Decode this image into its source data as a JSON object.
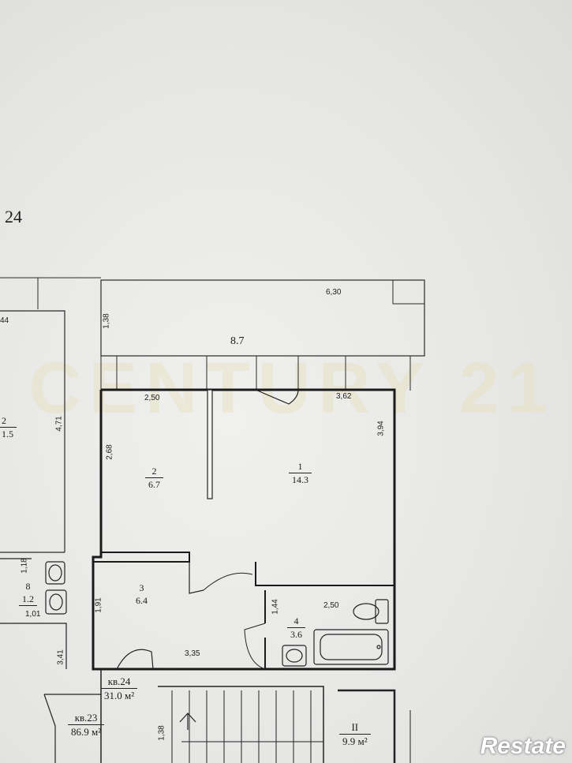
{
  "heading": {
    "apartment_number": "24"
  },
  "watermark": {
    "text": "CENTURY 21"
  },
  "logo": {
    "text": "Restate"
  },
  "rooms": [
    {
      "id": "balcony",
      "area": "8.7",
      "dims": [
        "6,30",
        "1,38"
      ]
    },
    {
      "id": "room1",
      "number": "1",
      "area": "14.3",
      "dims": [
        "3,62",
        "3,94"
      ]
    },
    {
      "id": "room2",
      "number": "2",
      "area": "6.7",
      "dims": [
        "2,50",
        "2,68"
      ]
    },
    {
      "id": "room3",
      "number": "3",
      "area": "6.4",
      "dims": [
        "3,35",
        "1,91"
      ]
    },
    {
      "id": "room4",
      "number": "4",
      "area": "3.6",
      "dims": [
        "2,50",
        "1,44"
      ]
    }
  ],
  "neighbors": {
    "left_room": {
      "number": "2",
      "area": "1.5",
      "dims": [
        "44",
        "4,71"
      ]
    },
    "left_bath": {
      "number": "8",
      "area": "1.2",
      "dims": [
        "1,18",
        "1,01",
        "3,41"
      ]
    }
  },
  "apartments": [
    {
      "label": "кв.24",
      "area": "31.0 м²"
    },
    {
      "label": "кв.23",
      "area": "86.9 м²"
    }
  ],
  "stair": {
    "number": "II",
    "area": "9.9 м²",
    "dim": "1,38"
  }
}
